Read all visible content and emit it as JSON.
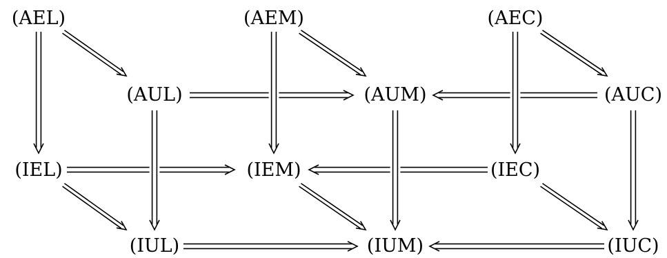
{
  "diagram": {
    "nodes": [
      {
        "id": "AEL",
        "label": "(AEL)"
      },
      {
        "id": "AEM",
        "label": "(AEM)"
      },
      {
        "id": "AEC",
        "label": "(AEC)"
      },
      {
        "id": "AUL",
        "label": "(AUL)"
      },
      {
        "id": "AUM",
        "label": "(AUM)"
      },
      {
        "id": "AUC",
        "label": "(AUC)"
      },
      {
        "id": "IEL",
        "label": "(IEL)"
      },
      {
        "id": "IEM",
        "label": "(IEM)"
      },
      {
        "id": "IEC",
        "label": "(IEC)"
      },
      {
        "id": "IUL",
        "label": "(IUL)"
      },
      {
        "id": "IUM",
        "label": "(IUM)"
      },
      {
        "id": "IUC",
        "label": "(IUC)"
      }
    ],
    "edges": [
      {
        "from": "AEL",
        "to": "AUL",
        "style": "thin-double"
      },
      {
        "from": "AEM",
        "to": "AUM",
        "style": "thin-double"
      },
      {
        "from": "AEC",
        "to": "AUC",
        "style": "thin-double"
      },
      {
        "from": "IEL",
        "to": "IUL",
        "style": "thin-double"
      },
      {
        "from": "IEM",
        "to": "IUM",
        "style": "thin-double"
      },
      {
        "from": "IEC",
        "to": "IUC",
        "style": "thin-double"
      },
      {
        "from": "AUL",
        "to": "AUM",
        "style": "double"
      },
      {
        "from": "AUC",
        "to": "AUM",
        "style": "double"
      },
      {
        "from": "IEL",
        "to": "IEM",
        "style": "double"
      },
      {
        "from": "IEC",
        "to": "IEM",
        "style": "double"
      },
      {
        "from": "IUL",
        "to": "IUM",
        "style": "double"
      },
      {
        "from": "IUC",
        "to": "IUM",
        "style": "double"
      },
      {
        "from": "AEL",
        "to": "IEL",
        "style": "double"
      },
      {
        "from": "AEM",
        "to": "IEM",
        "style": "double"
      },
      {
        "from": "AEC",
        "to": "IEC",
        "style": "double"
      },
      {
        "from": "AUL",
        "to": "IUL",
        "style": "double"
      },
      {
        "from": "AUM",
        "to": "IUM",
        "style": "double"
      },
      {
        "from": "AUC",
        "to": "IUC",
        "style": "double"
      }
    ]
  }
}
